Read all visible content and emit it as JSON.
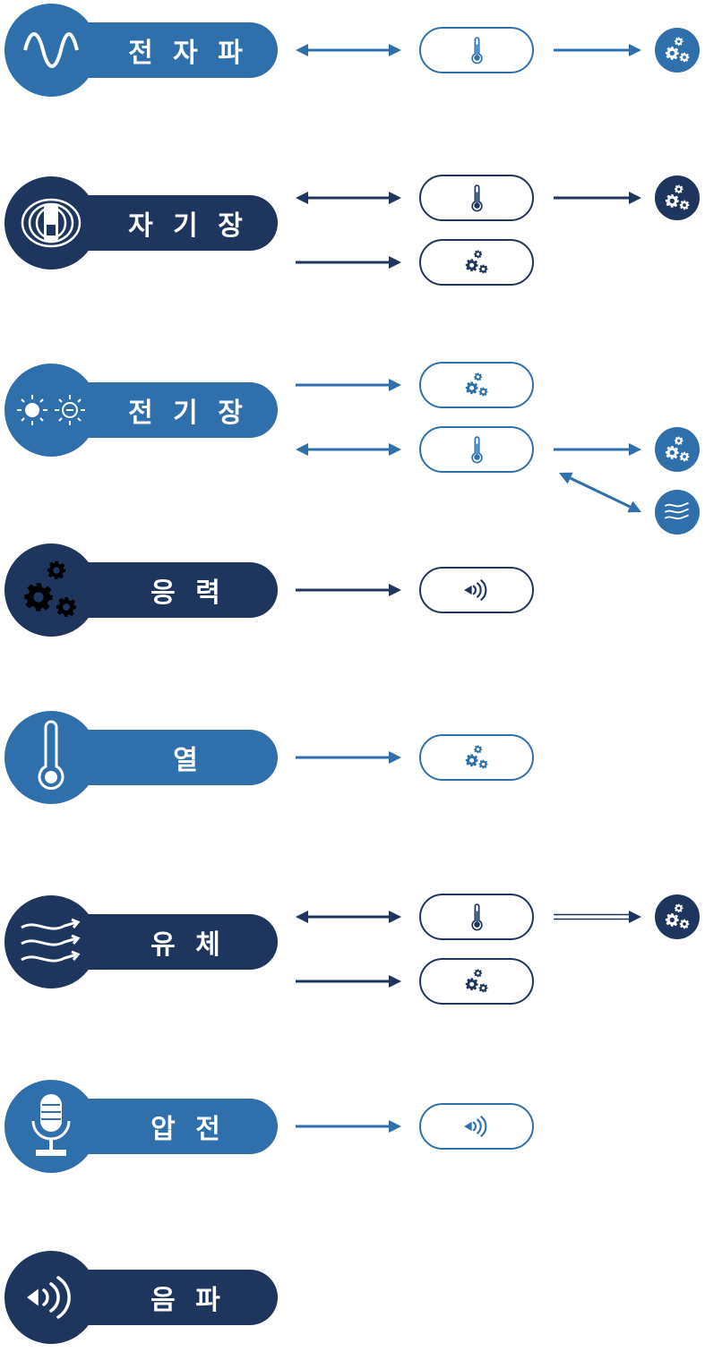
{
  "colors": {
    "light": "#2e6fac",
    "dark": "#1e355e"
  },
  "rows": [
    {
      "label": "전 자 파",
      "icon": "wave-icon",
      "theme": "light",
      "links": [
        {
          "kind": "both",
          "target": "thermometer-icon",
          "then": {
            "kind": "single",
            "target": "gears-icon"
          }
        }
      ]
    },
    {
      "label": "자 기 장",
      "icon": "magnet-field-icon",
      "theme": "dark",
      "links": [
        {
          "kind": "both",
          "target": "thermometer-icon",
          "then": {
            "kind": "single",
            "target": "gears-icon"
          }
        },
        {
          "kind": "single",
          "target": "gears-icon"
        }
      ]
    },
    {
      "label": "전 기 장",
      "icon": "electric-charge-icon",
      "theme": "light",
      "links": [
        {
          "kind": "single",
          "target": "gears-icon"
        },
        {
          "kind": "both",
          "target": "thermometer-icon",
          "then": {
            "kind": "single",
            "target": "gears-icon"
          },
          "also": {
            "kind": "both",
            "target": "fluid-icon"
          }
        }
      ]
    },
    {
      "label": "응   력",
      "icon": "gears-icon",
      "theme": "dark",
      "links": [
        {
          "kind": "single",
          "target": "sound-icon"
        }
      ]
    },
    {
      "label": "열",
      "icon": "thermometer-icon",
      "theme": "light",
      "links": [
        {
          "kind": "single",
          "target": "gears-icon"
        }
      ]
    },
    {
      "label": "유   체",
      "icon": "fluid-icon",
      "theme": "dark",
      "links": [
        {
          "kind": "both",
          "target": "thermometer-icon",
          "then": {
            "kind": "double",
            "target": "gears-icon"
          }
        },
        {
          "kind": "single",
          "target": "gears-icon"
        }
      ]
    },
    {
      "label": "압   전",
      "icon": "microphone-icon",
      "theme": "light",
      "links": [
        {
          "kind": "single",
          "target": "sound-icon"
        }
      ]
    },
    {
      "label": "음   파",
      "icon": "sound-icon",
      "theme": "dark",
      "links": []
    }
  ]
}
